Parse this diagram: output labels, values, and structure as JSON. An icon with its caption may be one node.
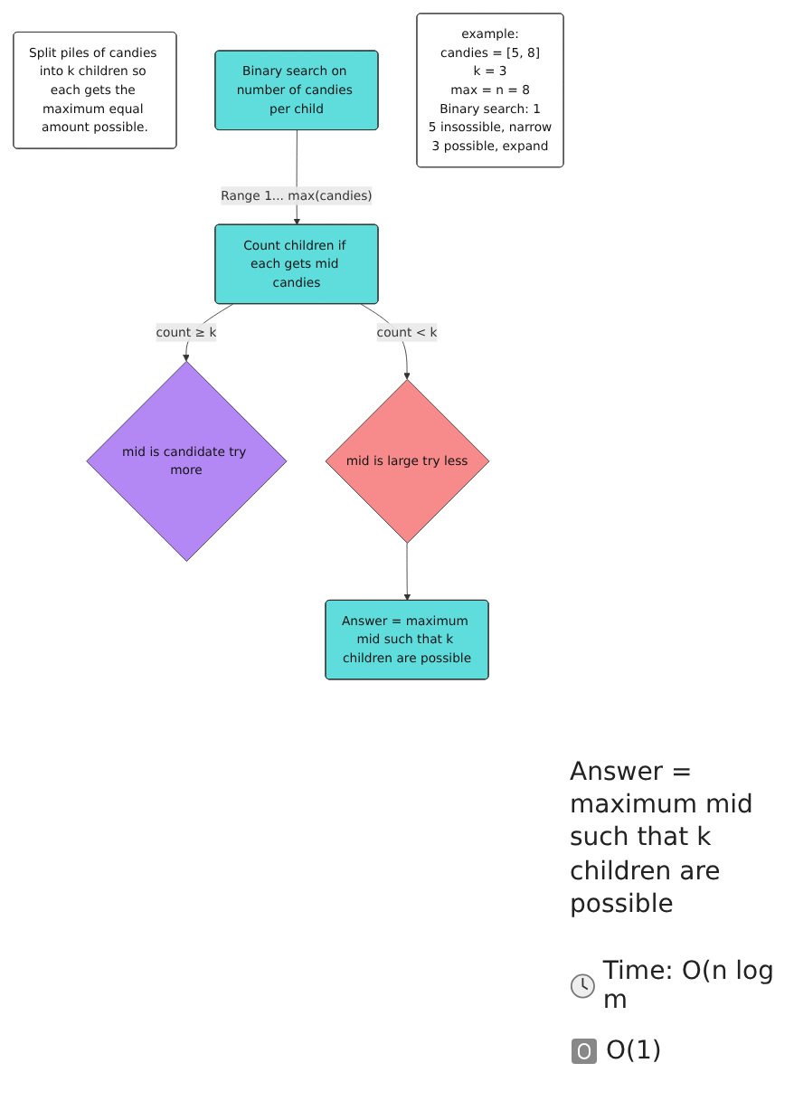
{
  "diagram": {
    "nodes": [
      {
        "text": [
          "Split piles of candies into k children so each gets the maximum equal amount possible."
        ]
      },
      {
        "text": [
          "Binary search on number of candies per child"
        ]
      },
      {
        "text": [
          "Count children if each gets mid candies"
        ]
      },
      {
        "text": [
          "mid is candidate try more"
        ]
      },
      {
        "text": [
          "mid is large try less"
        ]
      },
      {
        "text": [
          "Answer = maximum mid such that k children are possible"
        ]
      },
      {
        "text": [
          "example:",
          "candies = [5, 8]",
          "k = 3",
          "max = n = 8",
          "Binary search: 1",
          "5 insossible, narrow",
          "3 possible, expand"
        ]
      }
    ],
    "edges": [
      {
        "from": 1,
        "to": 2,
        "arrow": "to",
        "label": "Range 1... max(candies)"
      },
      {
        "from": 2,
        "to": 3,
        "arrow": "to",
        "label": "count ≥ k"
      },
      {
        "from": 2,
        "to": 4,
        "arrow": "to",
        "label": "count < k"
      },
      {
        "from": 4,
        "to": 5,
        "arrow": "to"
      }
    ],
    "labels": [
      "Answer = maximum mid such that k children are possible",
      "Time: O(n log m",
      "O(1)"
    ]
  }
}
